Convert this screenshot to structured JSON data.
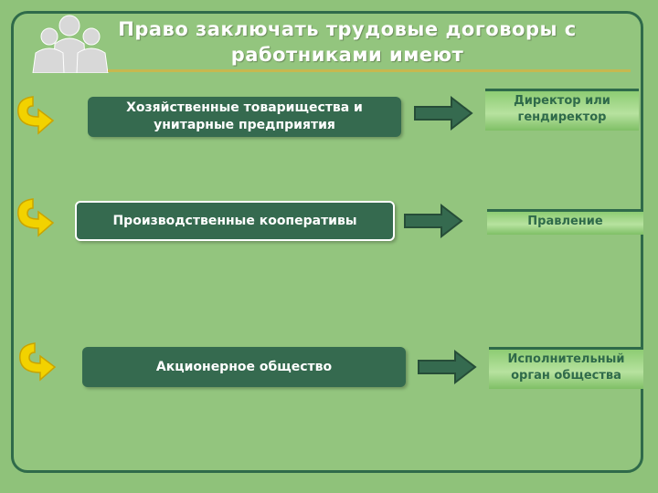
{
  "title": "Право заключать трудовые договоры с работниками имеют",
  "rows": [
    {
      "entity": "Хозяйственные товарищества и унитарные предприятия",
      "authority": "Директор или гендиректор"
    },
    {
      "entity": "Производственные кооперативы",
      "authority": "Правление"
    },
    {
      "entity": "Акционерное общество",
      "authority": "Исполнительный орган общества"
    }
  ],
  "colors": {
    "background": "#8fc27a",
    "frame": "#2f6a4a",
    "box": "#356a4f",
    "title_rule": "#c7b84f",
    "swirl": "#f2d200"
  },
  "icons": [
    "people-silhouette-icon",
    "curved-arrow-icon",
    "right-arrow-icon"
  ]
}
